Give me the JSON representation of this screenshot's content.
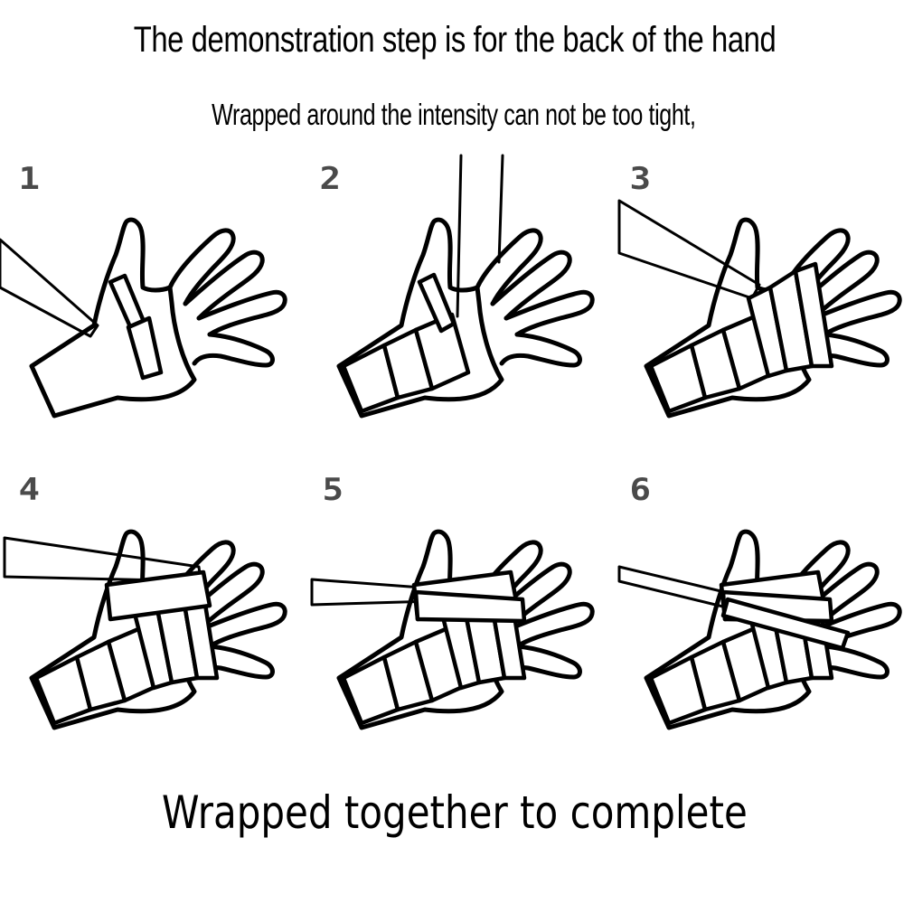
{
  "header": {
    "title": "The demonstration step is for the back of the hand",
    "subtitle": "Wrapped around the intensity can not be too tight,"
  },
  "footer": {
    "caption": "Wrapped together to complete"
  },
  "steps": [
    {
      "label": "1",
      "icon": "hand-wrap-step-1-icon"
    },
    {
      "label": "2",
      "icon": "hand-wrap-step-2-icon"
    },
    {
      "label": "3",
      "icon": "hand-wrap-step-3-icon"
    },
    {
      "label": "4",
      "icon": "hand-wrap-step-4-icon"
    },
    {
      "label": "5",
      "icon": "hand-wrap-step-5-icon"
    },
    {
      "label": "6",
      "icon": "hand-wrap-step-6-icon"
    }
  ]
}
